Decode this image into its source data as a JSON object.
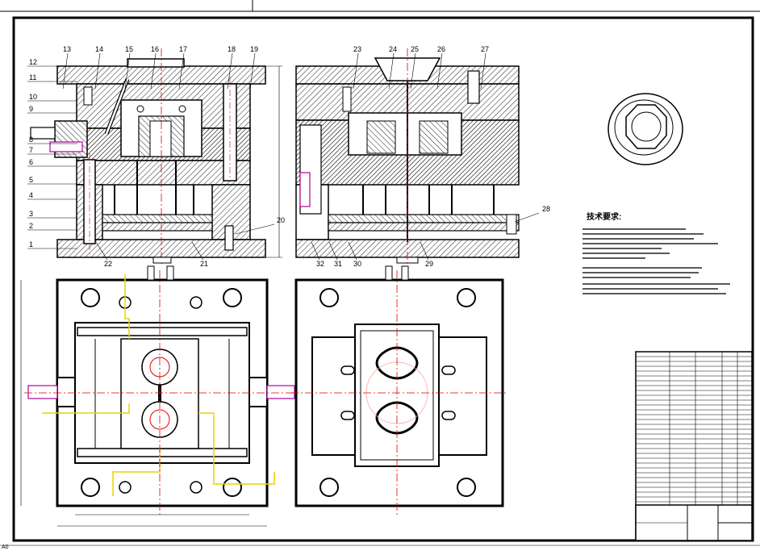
{
  "colors": {
    "ink": "#000000",
    "hatch": "#222222",
    "center_line": "#e00000",
    "part_magenta": "#b0009a",
    "cooling_yellow": "#e8d400",
    "pale_red": "#ff9c9c"
  },
  "callouts": {
    "front_view_left": [
      "1",
      "2",
      "3",
      "4",
      "5",
      "6",
      "7",
      "8",
      "9",
      "10",
      "11",
      "12"
    ],
    "front_view_top": [
      "13",
      "14",
      "15",
      "16",
      "17",
      "18",
      "19"
    ],
    "front_view_right": [
      "20"
    ],
    "front_view_bottom": [
      "22",
      "21"
    ],
    "side_view_top": [
      "23",
      "24",
      "25",
      "26",
      "27"
    ],
    "side_view_right": [
      "28"
    ],
    "side_view_bottom": [
      "32",
      "31",
      "30",
      "29"
    ]
  },
  "tech_req": {
    "title": "技术要求:"
  },
  "icons": {
    "product_view": "plastic-cap-isometric-icon",
    "bolt": "bolt-hole-icon",
    "pin": "guide-pillar-icon"
  }
}
